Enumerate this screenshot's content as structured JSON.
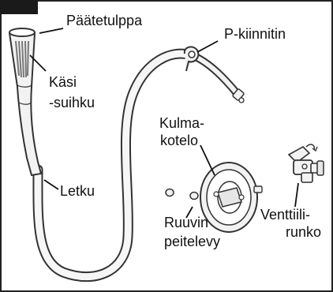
{
  "labels": {
    "end_cap": "Päätetulppa",
    "hand_shower_1": "Käsi",
    "hand_shower_2": "-suihku",
    "hose": "Letku",
    "p_clip": "P-kiinnitin",
    "elbow_1": "Kulma-",
    "elbow_2": "kotelo",
    "screw_cover_1": "Ruuvin",
    "screw_cover_2": "peitelevy",
    "valve_body_1": "Venttiili-",
    "valve_body_2": "runko"
  },
  "colors": {
    "frame": "#222222",
    "header_tab": "#1a1a1a",
    "line": "#333333",
    "hose_fill": "#f6f6f6",
    "part_fill": "#f2f2f2",
    "grip": "#777777"
  }
}
